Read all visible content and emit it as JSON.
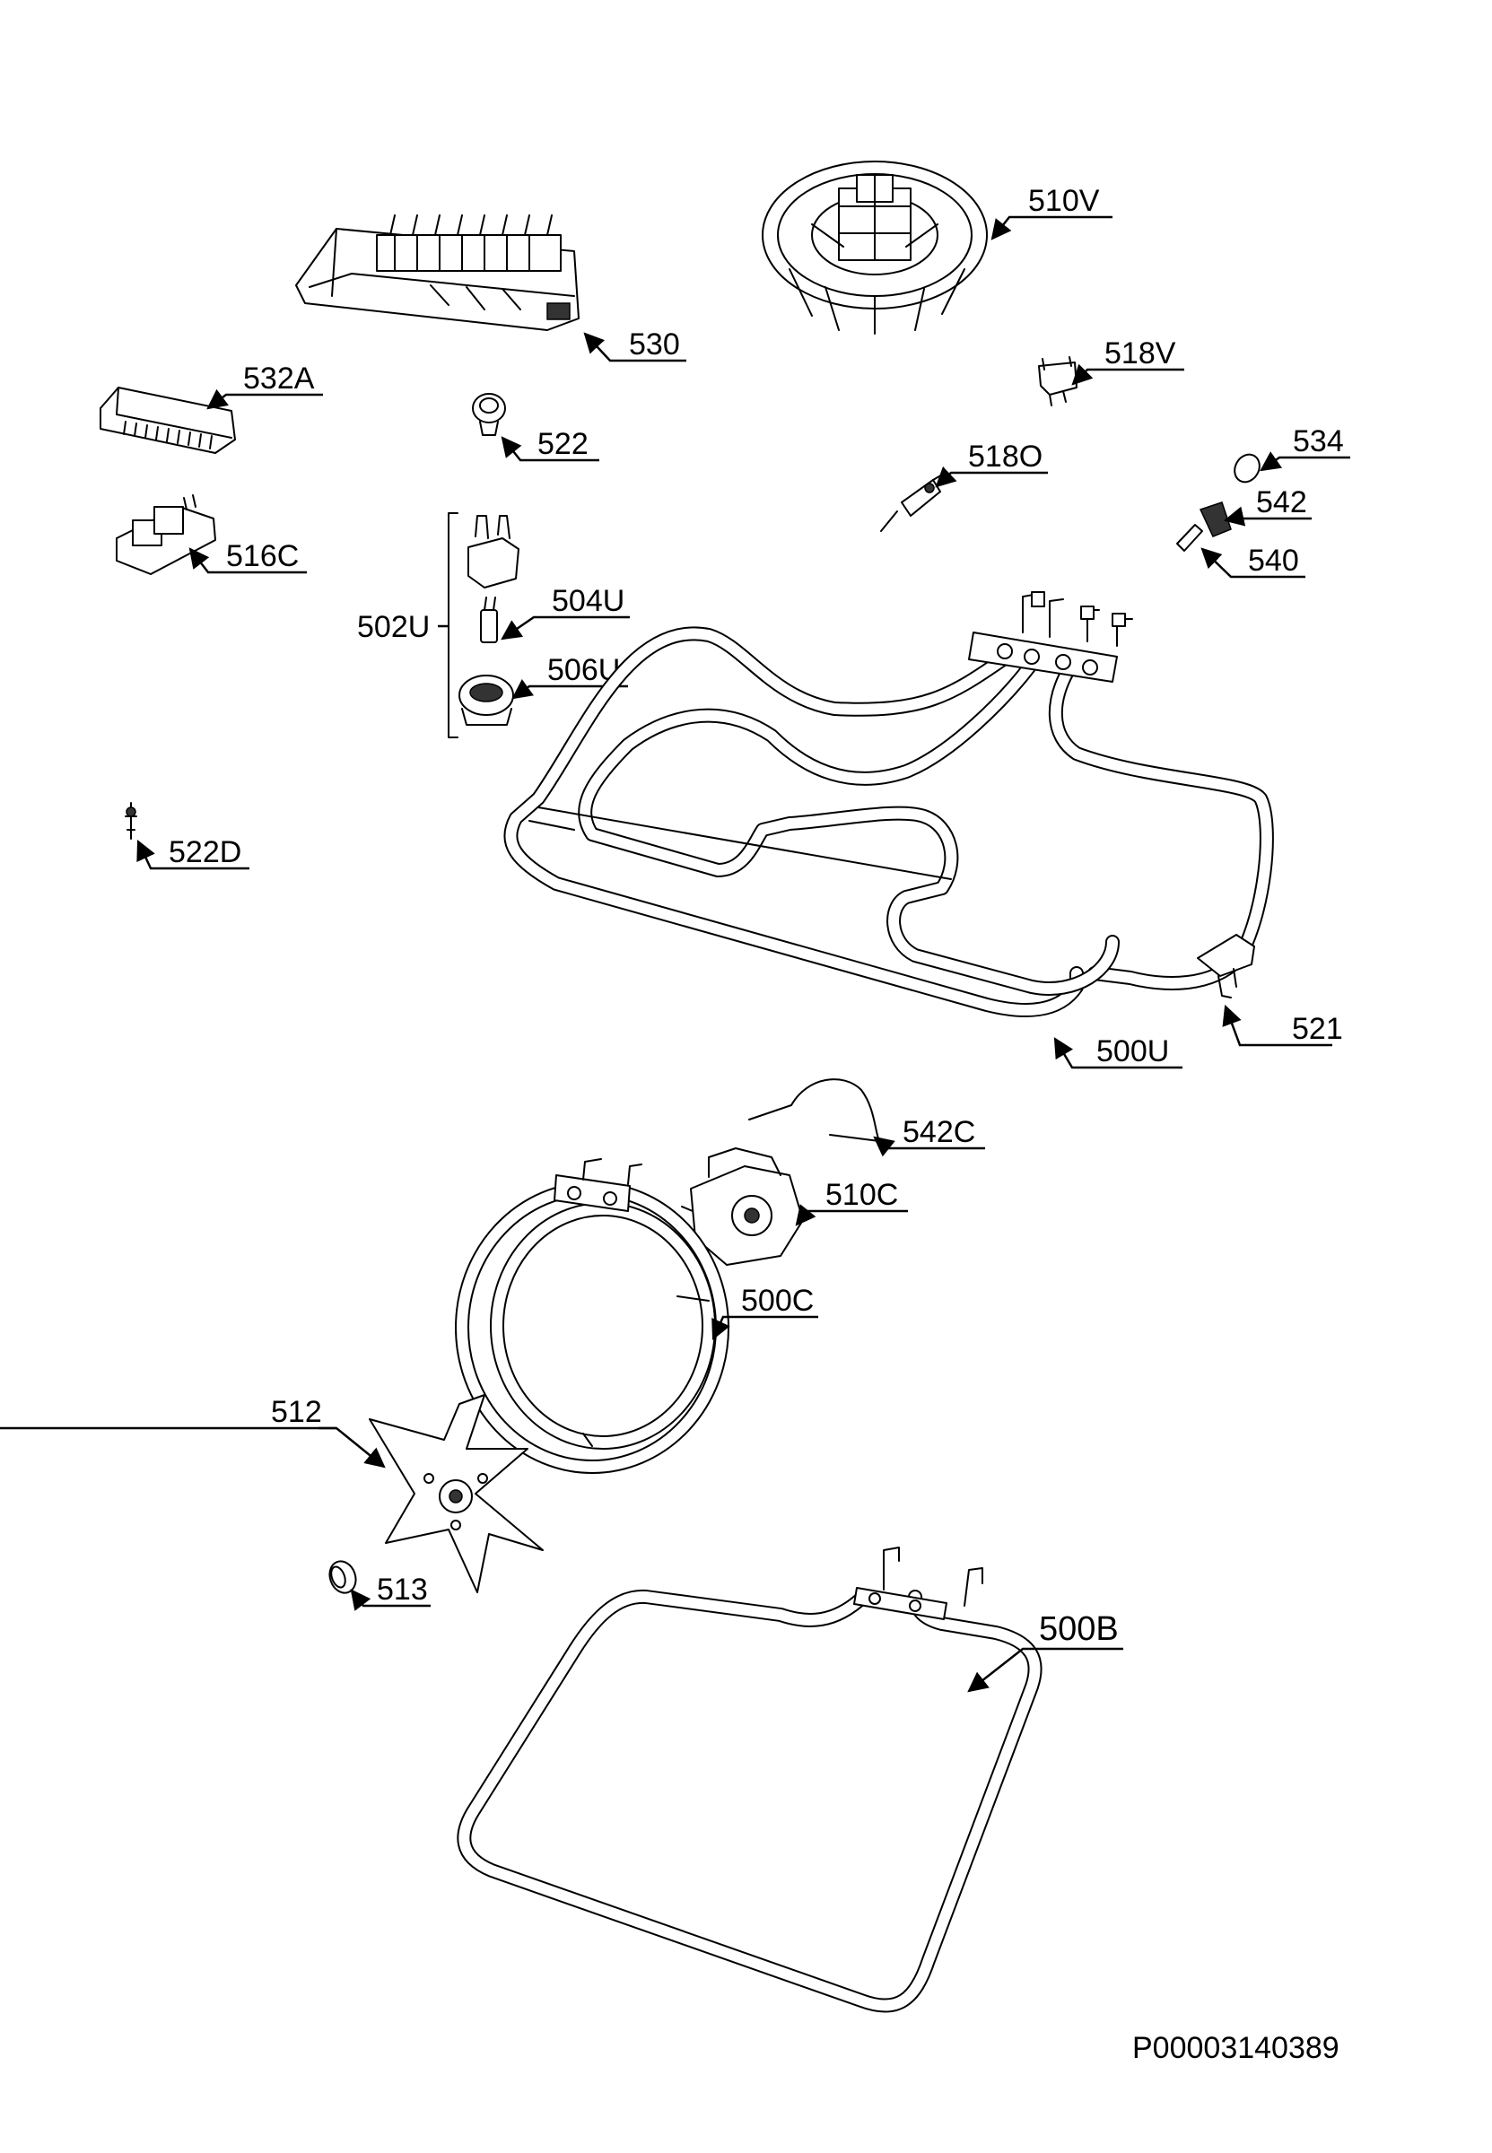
{
  "labels": {
    "p510V": "510V",
    "p530": "530",
    "p532A": "532A",
    "p518V": "518V",
    "p522": "522",
    "p518O": "518O",
    "p534": "534",
    "p542": "542",
    "p540": "540",
    "p516C": "516C",
    "p504U": "504U",
    "p502U": "502U",
    "p506U": "506U",
    "p522D": "522D",
    "p521": "521",
    "p500U": "500U",
    "p542C": "542C",
    "p510C": "510C",
    "p500C": "500C",
    "p512": "512",
    "p513": "513",
    "p500B": "500B"
  },
  "footer": {
    "diagram_id": "P00003140389"
  }
}
